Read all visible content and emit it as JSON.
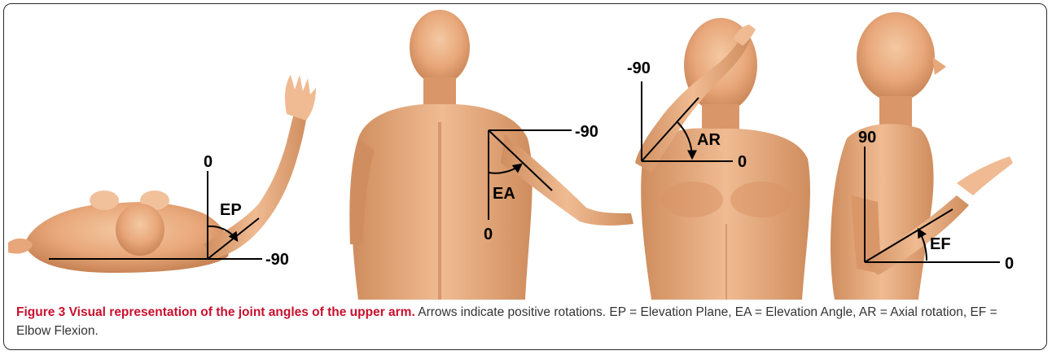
{
  "figure": {
    "panels": [
      {
        "view": "top",
        "angle_label": "EP",
        "axis_labels": [
          "0",
          "-90"
        ]
      },
      {
        "view": "back",
        "angle_label": "EA",
        "axis_labels": [
          "-90",
          "0"
        ]
      },
      {
        "view": "front",
        "angle_label": "AR",
        "axis_labels": [
          "-90",
          "0"
        ]
      },
      {
        "view": "side",
        "angle_label": "EF",
        "axis_labels": [
          "90",
          "0"
        ]
      }
    ],
    "colors": {
      "skin": "#e8a77a",
      "skin_shadow": "#c98556",
      "skin_light": "#f4c9a3",
      "line": "#000000",
      "caption_title": "#c8102e",
      "caption_text": "#333333"
    },
    "caption": {
      "title": "Figure 3 Visual representation of the joint angles of the upper arm.",
      "body": " Arrows indicate positive rotations. EP = Elevation Plane, EA = Elevation Angle, AR = Axial rotation, EF = Elbow Flexion."
    }
  }
}
